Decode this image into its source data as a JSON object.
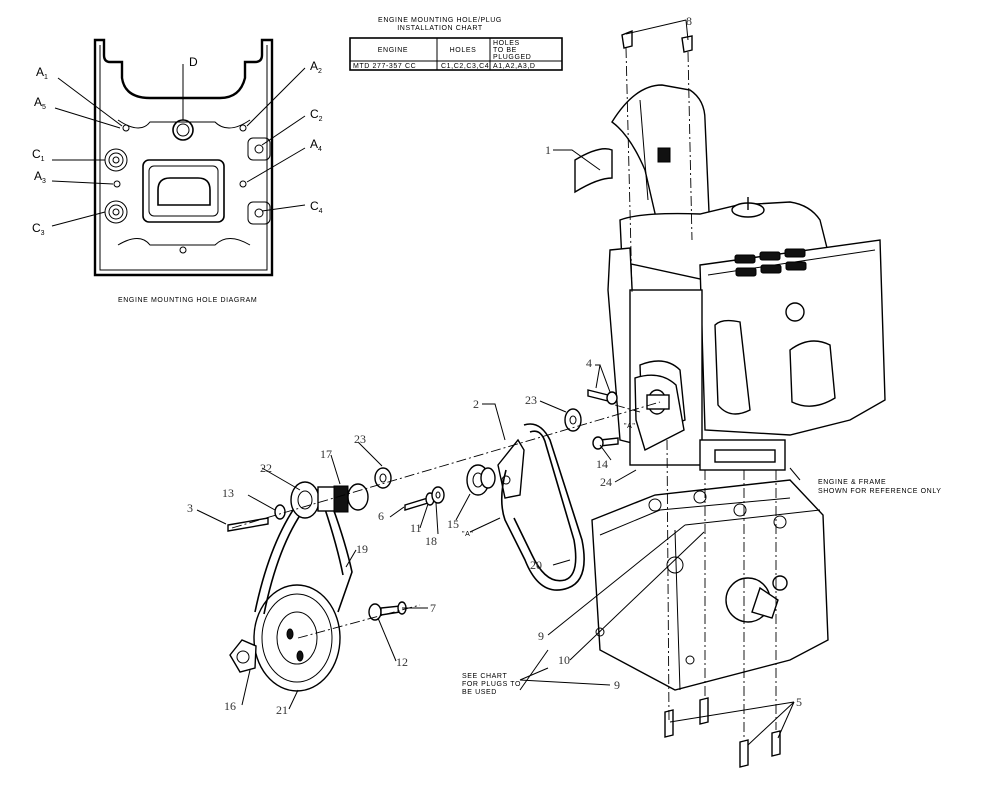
{
  "hole_diagram": {
    "caption": "ENGINE MOUNTING HOLE DIAGRAM",
    "labels": [
      {
        "id": "A1",
        "base": "A",
        "sub": "1"
      },
      {
        "id": "A5",
        "base": "A",
        "sub": "5"
      },
      {
        "id": "C1",
        "base": "C",
        "sub": "1"
      },
      {
        "id": "A3",
        "base": "A",
        "sub": "3"
      },
      {
        "id": "C3",
        "base": "C",
        "sub": "3"
      },
      {
        "id": "D",
        "base": "D",
        "sub": ""
      },
      {
        "id": "A2",
        "base": "A",
        "sub": "2"
      },
      {
        "id": "C2",
        "base": "C",
        "sub": "2"
      },
      {
        "id": "A4",
        "base": "A",
        "sub": "4"
      },
      {
        "id": "C4",
        "base": "C",
        "sub": "4"
      }
    ]
  },
  "chart": {
    "title_line1": "ENGINE MOUNTING HOLE/PLUG",
    "title_line2": "INSTALLATION CHART",
    "headers": [
      "ENGINE",
      "HOLES",
      "HOLES TO BE PLUGGED"
    ],
    "header_plugged_lines": [
      "HOLES",
      "TO BE",
      "PLUGGED"
    ],
    "row": {
      "engine": "MTD 277-357 CC",
      "holes": "C1,C2,C3,C4",
      "plugged": "A1,A2,A3,D"
    }
  },
  "callouts": [
    "1",
    "2",
    "3",
    "4",
    "5",
    "6",
    "7",
    "8",
    "9",
    "10",
    "11",
    "12",
    "13",
    "14",
    "15",
    "16",
    "17",
    "18",
    "19",
    "20",
    "21",
    "22",
    "23",
    "24"
  ],
  "notes": {
    "engine_frame": [
      "ENGINE & FRAME",
      "SHOWN FOR REFERENCE ONLY"
    ],
    "see_chart": [
      "SEE CHART",
      "FOR PLUGS TO",
      "BE USED"
    ],
    "ref_a_top": "\"A\"",
    "ref_a_bottom": "\"A\""
  }
}
